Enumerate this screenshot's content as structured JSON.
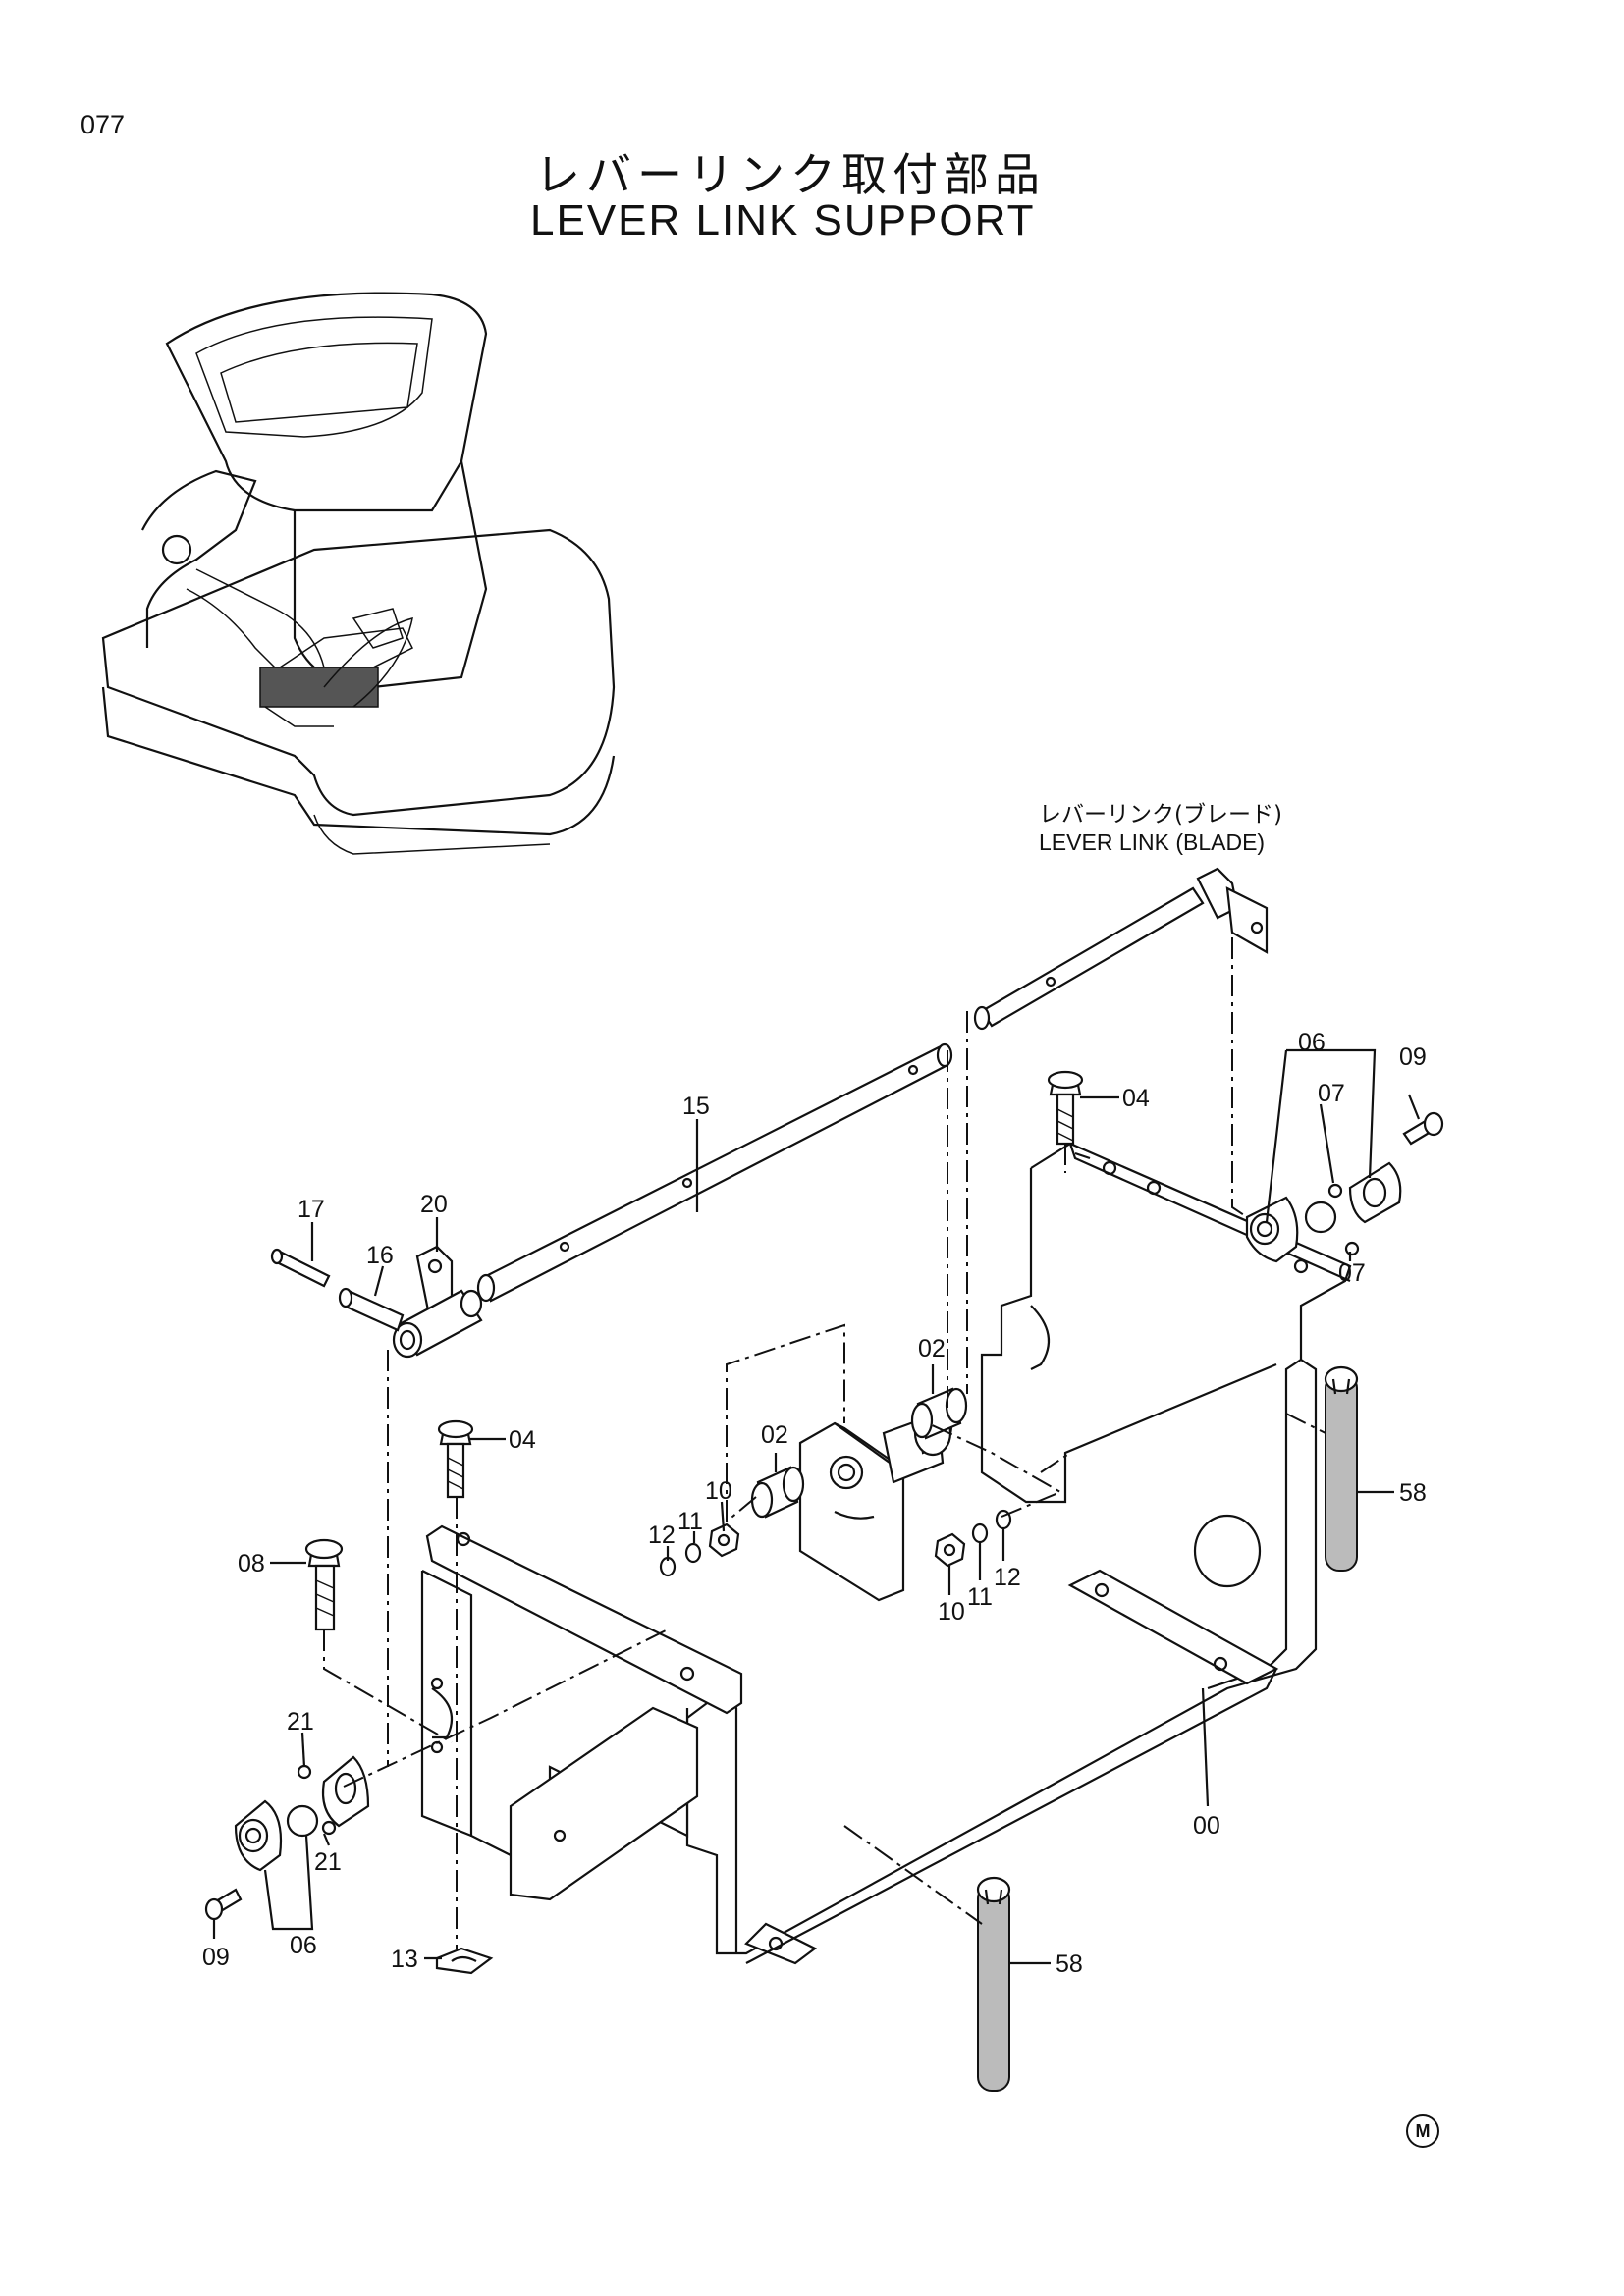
{
  "page": {
    "number": "077",
    "title_jp": "レバーリンク取付部品",
    "title_en": "LEVER LINK SUPPORT",
    "subtitle_jp": "レバーリンク(ブレード)",
    "subtitle_en": "LEVER LINK (BLADE)",
    "mark": "M"
  },
  "callouts": [
    {
      "id": "c15",
      "text": "15"
    },
    {
      "id": "c17",
      "text": "17"
    },
    {
      "id": "c16",
      "text": "16"
    },
    {
      "id": "c20",
      "text": "20"
    },
    {
      "id": "c04a",
      "text": "04"
    },
    {
      "id": "c04b",
      "text": "04"
    },
    {
      "id": "c06a",
      "text": "06"
    },
    {
      "id": "c07a",
      "text": "07"
    },
    {
      "id": "c07b",
      "text": "07"
    },
    {
      "id": "c09a",
      "text": "09"
    },
    {
      "id": "c02a",
      "text": "02"
    },
    {
      "id": "c02b",
      "text": "02"
    },
    {
      "id": "c10a",
      "text": "10"
    },
    {
      "id": "c11a",
      "text": "11"
    },
    {
      "id": "c12a",
      "text": "12"
    },
    {
      "id": "c10b",
      "text": "10"
    },
    {
      "id": "c11b",
      "text": "11"
    },
    {
      "id": "c12b",
      "text": "12"
    },
    {
      "id": "c08",
      "text": "08"
    },
    {
      "id": "c58a",
      "text": "58"
    },
    {
      "id": "c58b",
      "text": "58"
    },
    {
      "id": "c21a",
      "text": "21"
    },
    {
      "id": "c21b",
      "text": "21"
    },
    {
      "id": "c06b",
      "text": "06"
    },
    {
      "id": "c09b",
      "text": "09"
    },
    {
      "id": "c13",
      "text": "13"
    },
    {
      "id": "c00",
      "text": "00"
    }
  ]
}
